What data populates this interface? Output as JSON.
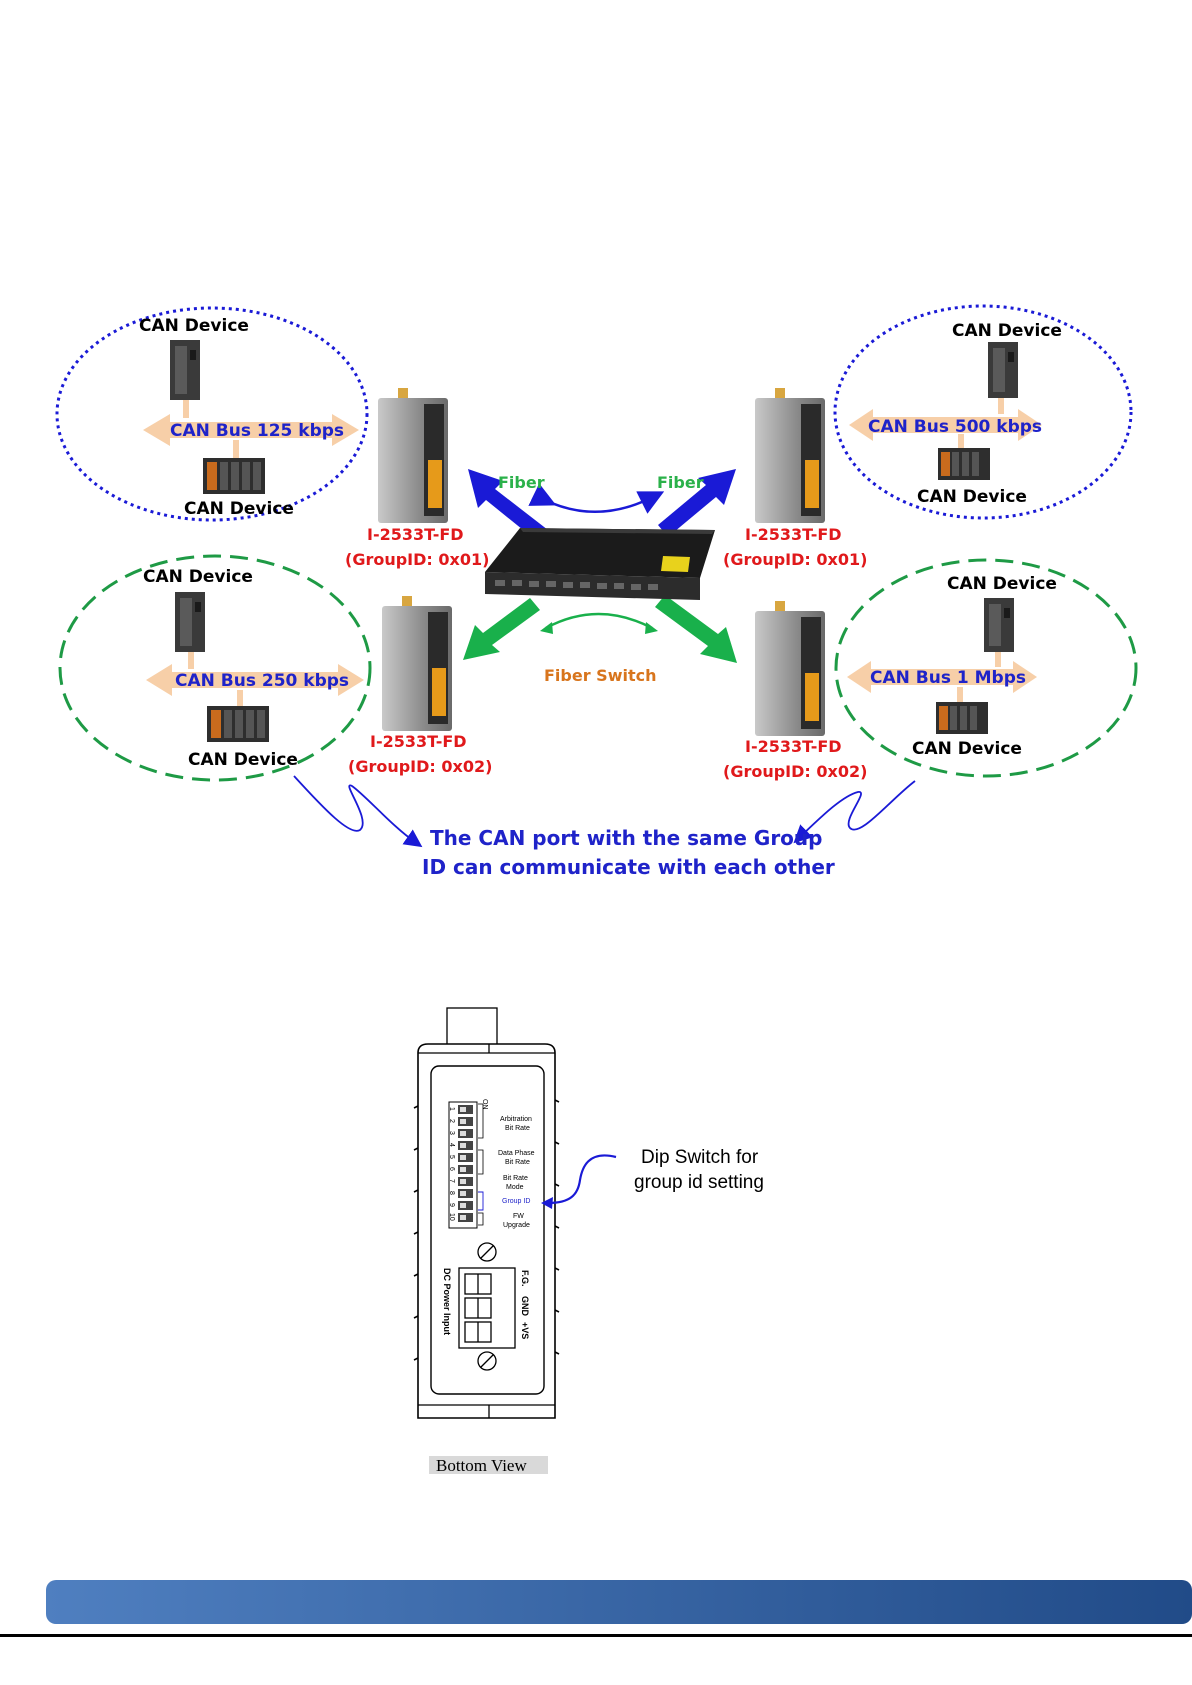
{
  "topology": {
    "groups": [
      {
        "id": "g1",
        "bus_label": "CAN Bus 125 kbps",
        "device_top": "CAN Device",
        "device_bottom": "CAN Device",
        "module_name": "I-2533T-FD",
        "group_id": "(GroupID: 0x01)",
        "ring_color": "#1a1ad6",
        "ring_style": "dotted"
      },
      {
        "id": "g2",
        "bus_label": "CAN Bus 500 kbps",
        "device_top": "CAN Device",
        "device_bottom": "CAN Device",
        "module_name": "I-2533T-FD",
        "group_id": "(GroupID: 0x01)",
        "ring_color": "#1a1ad6",
        "ring_style": "dotted"
      },
      {
        "id": "g3",
        "bus_label": "CAN Bus 250 kbps",
        "device_top": "CAN Device",
        "device_bottom": "CAN Device",
        "module_name": "I-2533T-FD",
        "group_id": "(GroupID: 0x02)",
        "ring_color": "#1e9a45",
        "ring_style": "dashed"
      },
      {
        "id": "g4",
        "bus_label": "CAN Bus 1 Mbps",
        "device_top": "CAN Device",
        "device_bottom": "CAN Device",
        "module_name": "I-2533T-FD",
        "group_id": "(GroupID: 0x02)",
        "ring_color": "#1e9a45",
        "ring_style": "dashed"
      }
    ],
    "fiber_left": "Fiber",
    "fiber_right": "Fiber",
    "switch_label": "Fiber Switch",
    "note_line1": "The CAN port with the same Group",
    "note_line2": "ID can communicate with each other",
    "colors": {
      "blue_link": "#1a1ad6",
      "green_link": "#19b04b",
      "bus_arrow": "#f7cfa8",
      "module_label": "#e0191b"
    }
  },
  "bottom_view": {
    "caption": "Bottom View",
    "dip_on": "ON",
    "dip_numbers": [
      "1",
      "2",
      "3",
      "4",
      "5",
      "6",
      "7",
      "8",
      "9",
      "10"
    ],
    "label_arbitration_1": "Arbitration",
    "label_arbitration_2": "Bit Rate",
    "label_data_1": "Data Phase",
    "label_data_2": "Bit Rate",
    "label_mode_1": "Bit Rate",
    "label_mode_2": "Mode",
    "label_group": "Group ID",
    "label_fw_1": "FW",
    "label_fw_2": "Upgrade",
    "power_label": "DC Power Input",
    "pin_fg": "F.G.",
    "pin_gnd": "GND",
    "pin_vs": "+VS",
    "callout_line1": "Dip Switch for",
    "callout_line2": "group id setting"
  },
  "footer": {
    "bar_color": "#2f5e9c"
  }
}
